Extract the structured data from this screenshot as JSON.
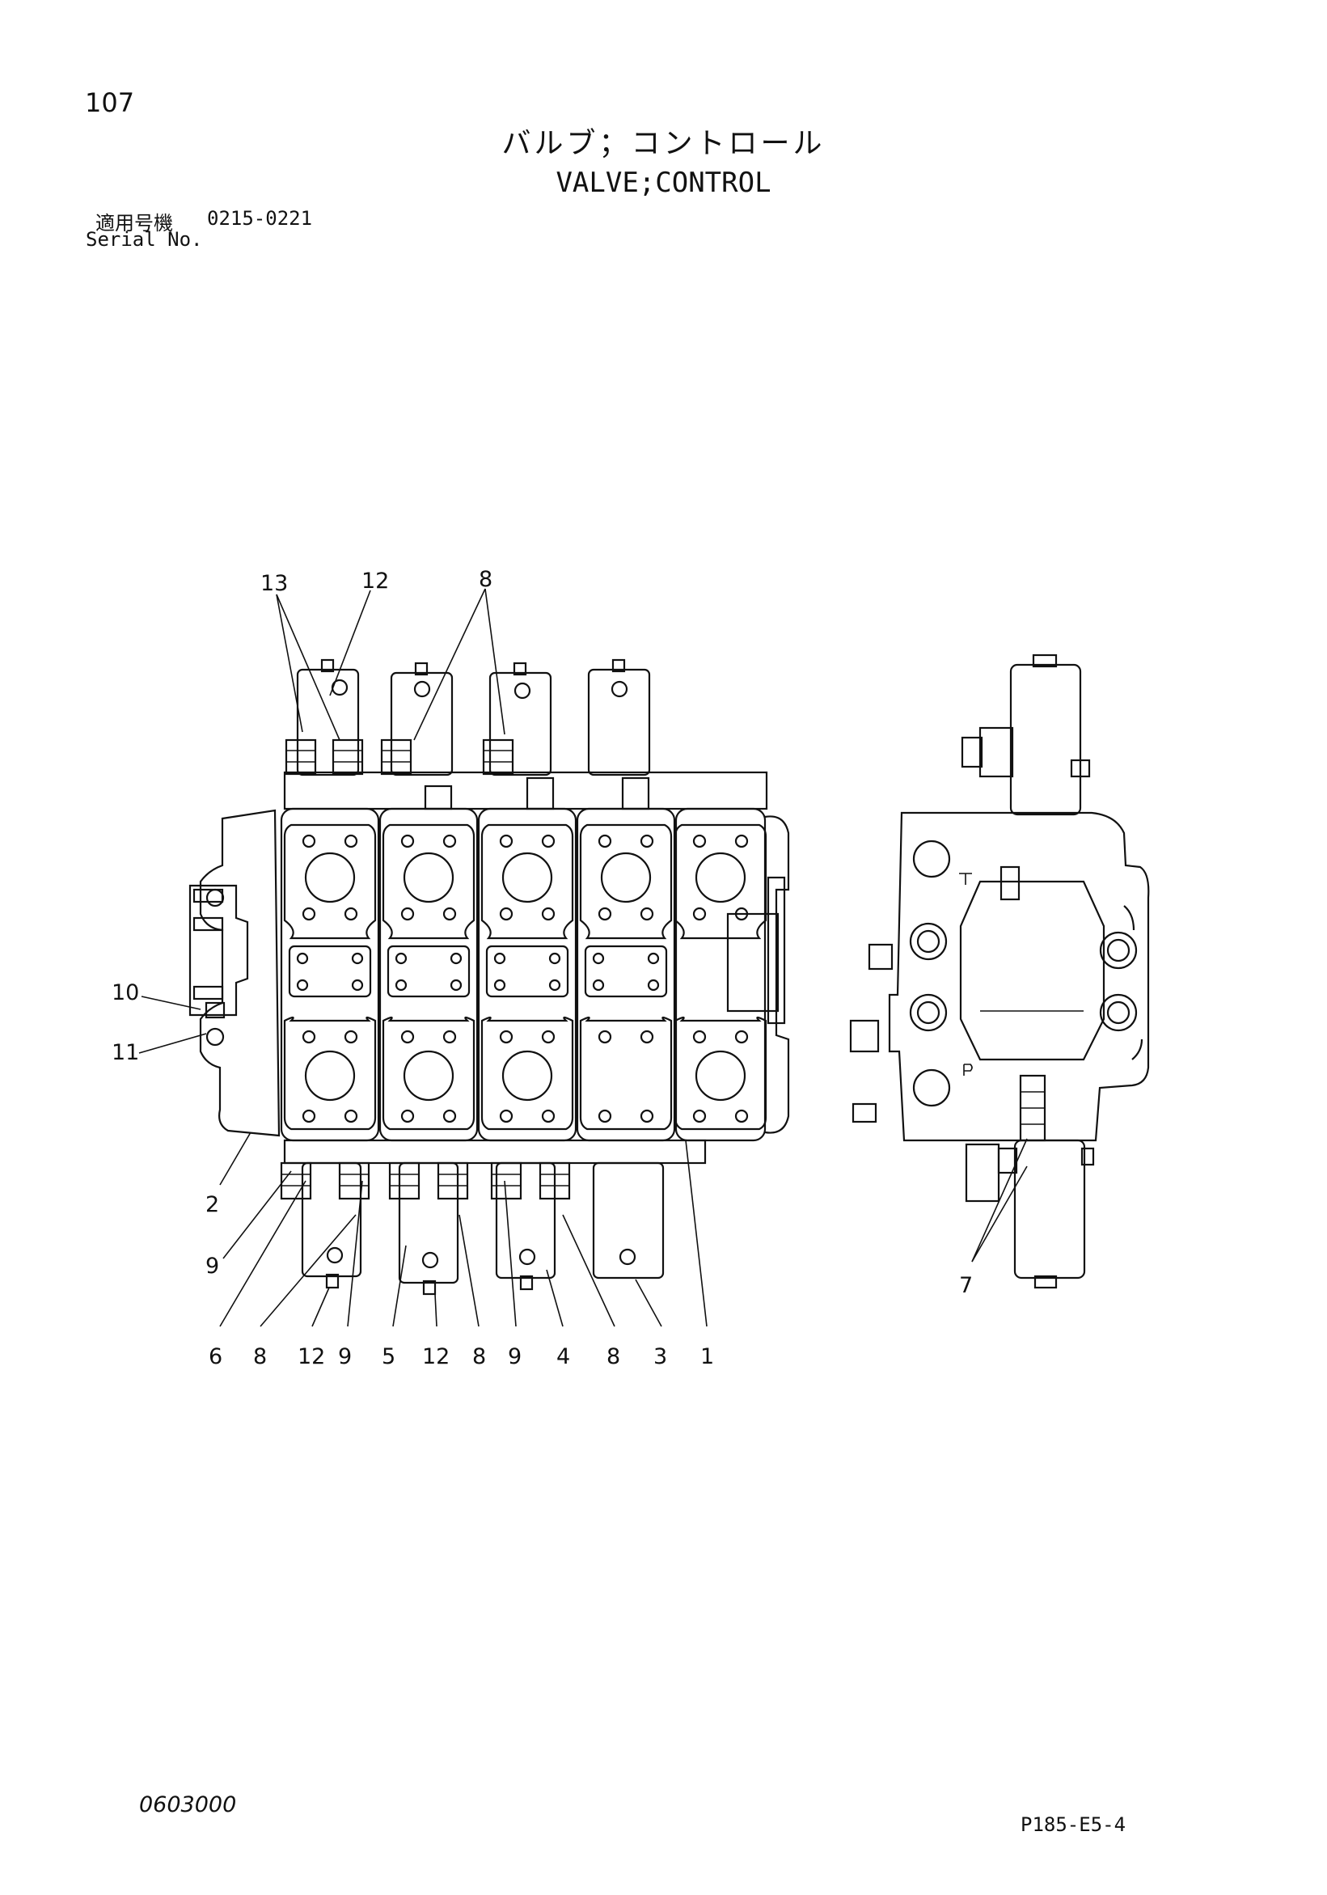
{
  "header": {
    "page_number": "107",
    "title_jp": "バルブ；コントロール",
    "title_en": "VALVE;CONTROL",
    "serial_label_jp": "適用号機",
    "serial_range": "0215-0221",
    "serial_label_en": "Serial No."
  },
  "callouts": {
    "c13": "13",
    "c12_top": "12",
    "c8_top": "8",
    "c10": "10",
    "c11": "11",
    "c2": "2",
    "c9_left": "9",
    "b6": "6",
    "b8a": "8",
    "b12a": "12",
    "b9a": "9",
    "b5": "5",
    "b12b": "12",
    "b8b": "8",
    "b9b": "9",
    "b4": "4",
    "b8c": "8",
    "b3": "3",
    "b1": "1",
    "c7": "7"
  },
  "footer": {
    "doc_code": "0603000",
    "sheet_code": "P185-E5-4"
  },
  "icons": [
    "control-valve-front-view",
    "control-valve-side-view",
    "port-t-mark",
    "port-p-mark"
  ]
}
